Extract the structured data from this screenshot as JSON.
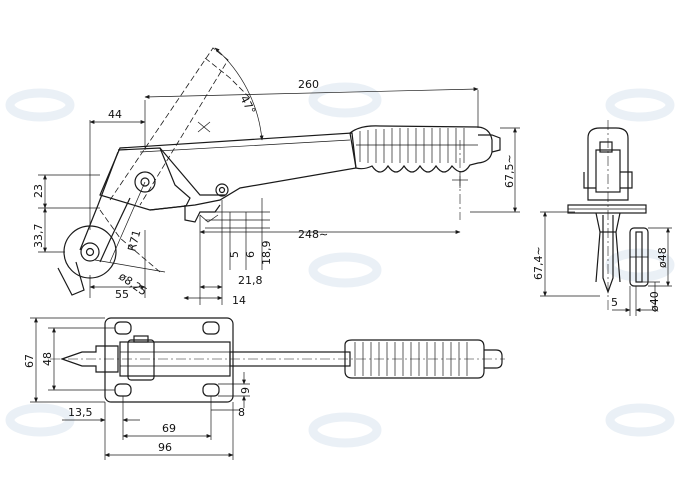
{
  "drawing": {
    "side_view": {
      "angle": "47°",
      "overall_length": "260",
      "handle_offset": "44",
      "height_right": "67,5∼",
      "height_23": "23",
      "height_337": "33,7",
      "radius": "R71",
      "diameter": "ø8,25",
      "length_248": "248∼",
      "dim_55": "55",
      "dim_5": "5",
      "dim_6": "6",
      "dim_189": "18,9",
      "dim_218": "21,8",
      "dim_14": "14"
    },
    "end_view": {
      "height": "67,4∼",
      "wheel_dia": "ø48",
      "hub_dia": "ø40",
      "dim_5": "5"
    },
    "plan_view": {
      "height_67": "67",
      "height_48": "48",
      "dim_135": "13,5",
      "dim_69": "69",
      "dim_96": "96",
      "dim_9": "9",
      "dim_8": "8"
    }
  }
}
